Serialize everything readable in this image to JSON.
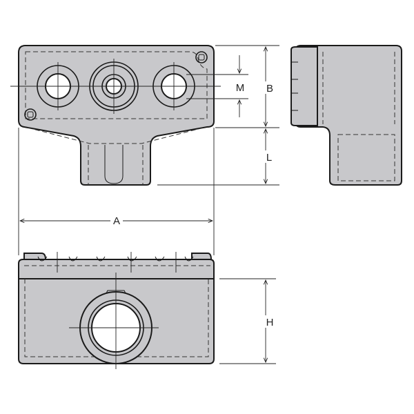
{
  "dimensions": {
    "A": "A",
    "B": "B",
    "L": "L",
    "M": "M",
    "H": "H"
  },
  "colors": {
    "part_fill": "#c8c8cb",
    "outline": "#1a1a1a",
    "hole": "#ffffff"
  }
}
